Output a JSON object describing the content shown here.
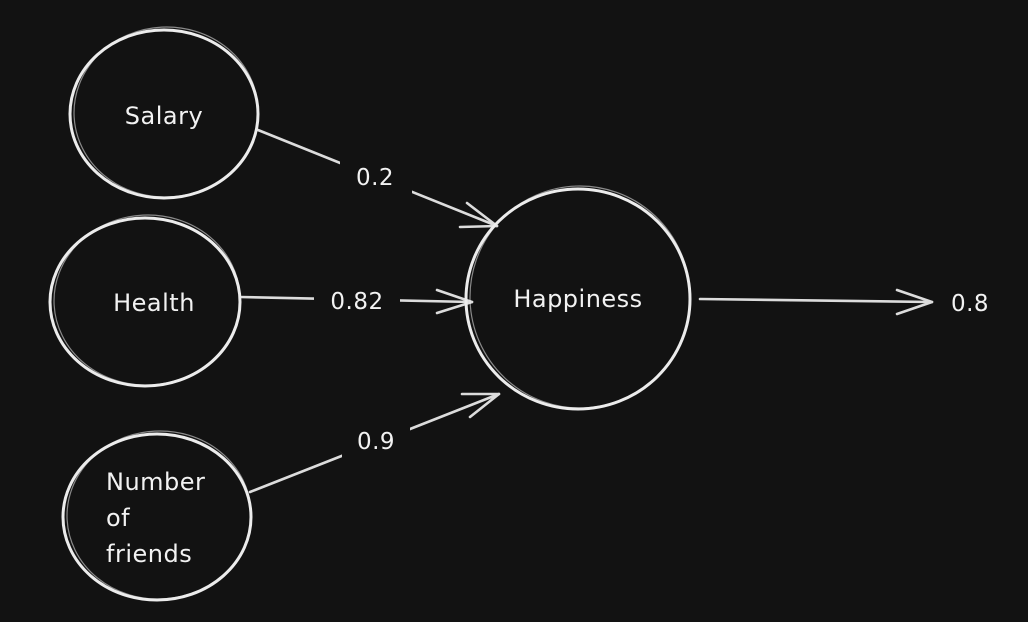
{
  "inputs": [
    {
      "id": "salary",
      "label_lines": [
        "Salary"
      ],
      "weight": "0.2"
    },
    {
      "id": "health",
      "label_lines": [
        "Health"
      ],
      "weight": "0.82"
    },
    {
      "id": "friends",
      "label_lines": [
        "Number",
        "of",
        "friends"
      ],
      "weight": "0.9"
    }
  ],
  "output_node": {
    "label": "Happiness"
  },
  "output_value": "0.8",
  "colors": {
    "background": "#121212",
    "stroke": "#ececec",
    "text": "#f2f2f2"
  }
}
